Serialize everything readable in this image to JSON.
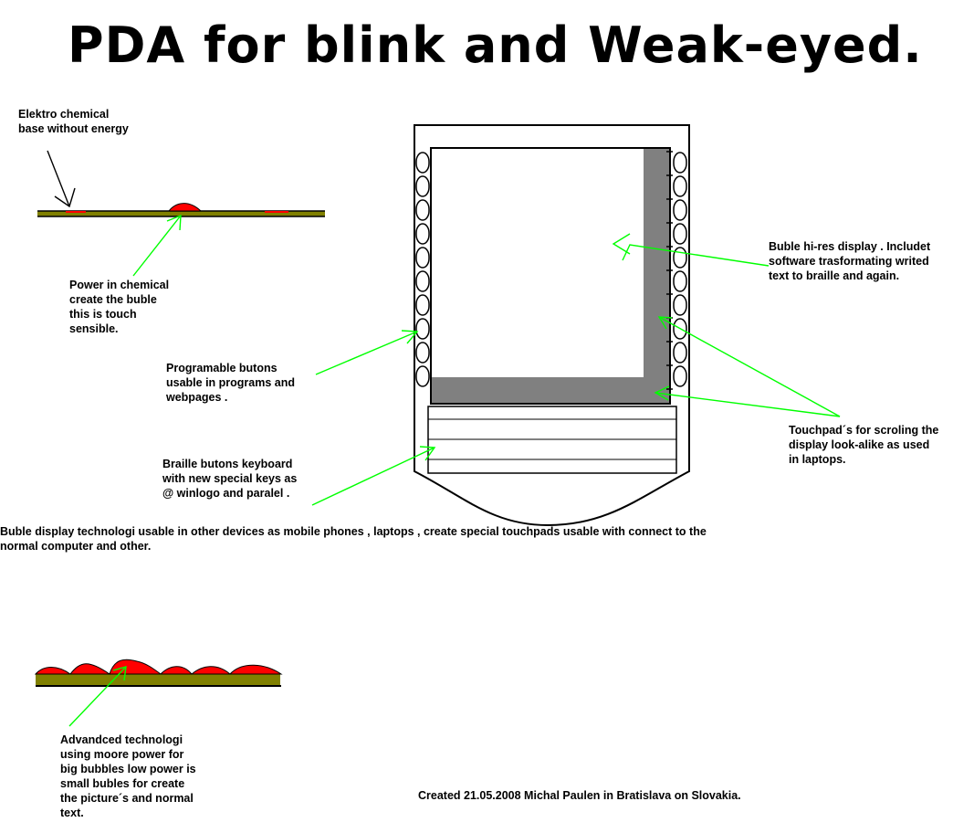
{
  "title": "PDA for blink and Weak-eyed.",
  "labels": {
    "elektro_base": "Elektro chemical\nbase without energy",
    "power_bubble": "Power in chemical\ncreate the buble\nthis is touch\nsensible.",
    "hires_display": "Buble hi-res display . Includet\nsoftware trasformating writed\ntext to braille and again.",
    "programable_buttons": "Programable butons\nusable in programs and\nwebpages .",
    "touchpads": "Touchpad´s for scroling the\ndisplay look-alike as used\nin laptops.",
    "braille_keyboard": "Braille butons keyboard\nwith new special keys  as\n@ winlogo and paralel .",
    "other_devices": "Buble display technologi usable in other devices as mobile phones , laptops , create special touchpads usable with connect to the\nnormal computer and other.",
    "advanced_tech": "Advandced technologi\nusing moore power for\nbig bubbles low power is\nsmall  bubles for create\nthe picture´s and normal\ntext.",
    "credit": "Created 21.05.2008 Michal Paulen in Bratislava on Slovakia."
  },
  "colors": {
    "base_layer": "#808000",
    "bubble": "#ff0000",
    "touchpad": "#808080",
    "arrow": "#00ff00",
    "outline": "#000000"
  }
}
